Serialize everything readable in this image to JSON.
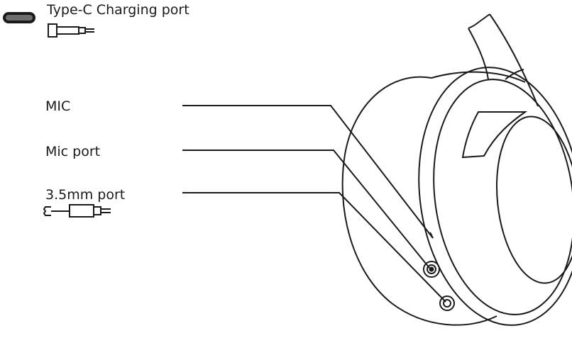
{
  "labels": {
    "typec": "Type-C Charging port",
    "mic": "MIC",
    "mic_port": "Mic port",
    "port_35": "3.5mm port"
  },
  "icons": {
    "typec_port": "typec-port-icon",
    "typec_plug": "typec-plug-icon",
    "jack_plug": "audio-jack-plug-icon",
    "headphone": "headphone-earcup-icon"
  },
  "colors": {
    "line": "#1a1a1a",
    "port_fill": "#6e6e6e",
    "background": "#ffffff"
  }
}
